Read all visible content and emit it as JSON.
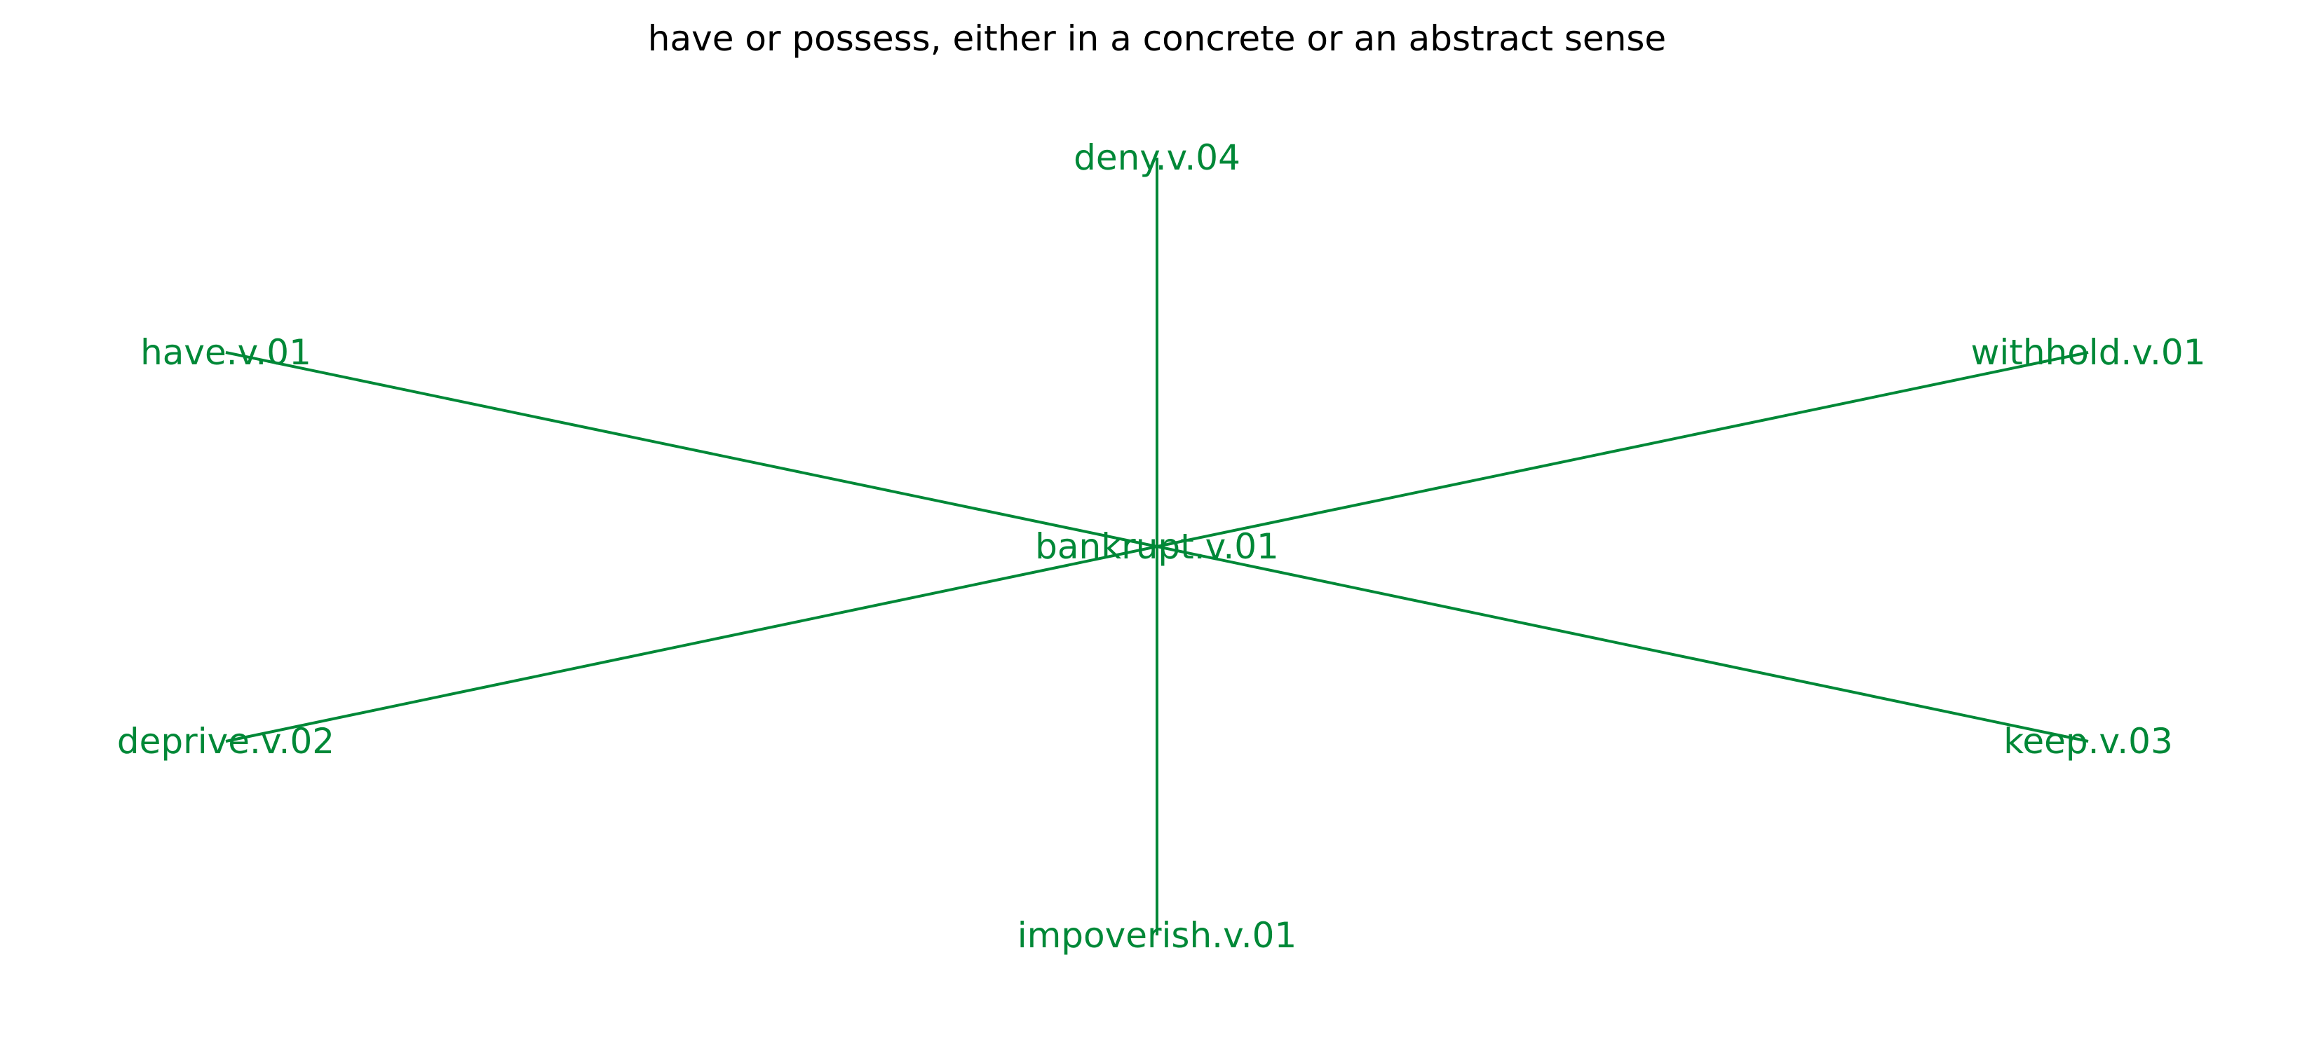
{
  "title": "have or possess, either in a concrete or an abstract sense",
  "colors": {
    "edge": "#008837",
    "label": "#008837",
    "title": "#000000",
    "background": "#ffffff"
  },
  "graph": {
    "center": "bankrupt.v.01",
    "nodes": [
      {
        "id": "center",
        "label": "bankrupt.v.01"
      },
      {
        "id": "deny",
        "label": "deny.v.04"
      },
      {
        "id": "have",
        "label": "have.v.01"
      },
      {
        "id": "withhold",
        "label": "withhold.v.01"
      },
      {
        "id": "deprive",
        "label": "deprive.v.02"
      },
      {
        "id": "keep",
        "label": "keep.v.03"
      },
      {
        "id": "impoverish",
        "label": "impoverish.v.01"
      }
    ],
    "edges": [
      {
        "from": "center",
        "to": "deny"
      },
      {
        "from": "center",
        "to": "have"
      },
      {
        "from": "center",
        "to": "withhold"
      },
      {
        "from": "center",
        "to": "deprive"
      },
      {
        "from": "center",
        "to": "keep"
      },
      {
        "from": "center",
        "to": "impoverish"
      }
    ]
  }
}
